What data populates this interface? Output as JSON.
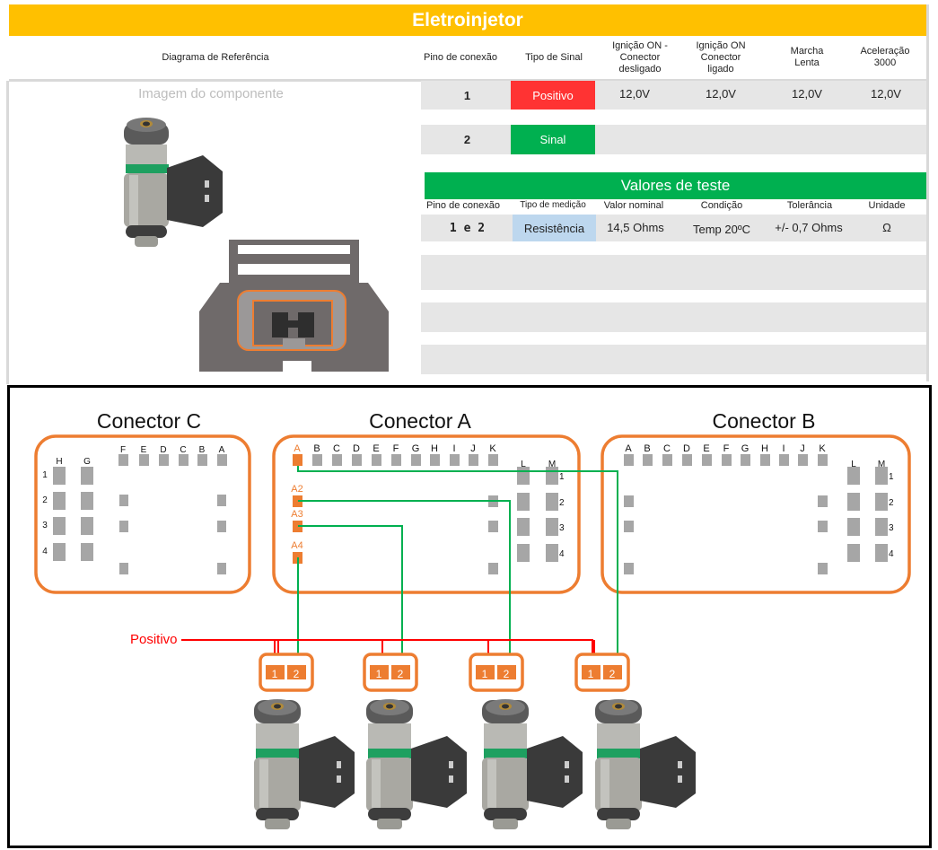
{
  "title": "Eletroinjetor",
  "header": {
    "reference_diagram": "Diagrama de Referência",
    "columns": [
      "Pino de conexão",
      "Tipo de Sinal",
      "Ignição ON -\nConector\ndesligado",
      "Ignição ON\nConector\nligado",
      "Marcha\nLenta",
      "Aceleração\n3000"
    ]
  },
  "image_caption": "Imagem do componente",
  "pins": [
    {
      "pin": "1",
      "signal": "Positivo",
      "signal_color": "#ff3333",
      "values": [
        "12,0V",
        "12,0V",
        "12,0V",
        "12,0V"
      ]
    },
    {
      "pin": "2",
      "signal": "Sinal",
      "signal_color": "#00b050",
      "values": [
        "",
        "",
        "",
        ""
      ]
    }
  ],
  "test_values": {
    "title": "Valores de teste",
    "columns": [
      "Pino de conexão",
      "Tipo de medição",
      "Valor nominal",
      "Condição",
      "Tolerância",
      "Unidade"
    ],
    "rows": [
      {
        "pin": "1 e 2",
        "type": "Resistência",
        "nominal": "14,5 Ohms",
        "condition": "Temp 20ºC",
        "tolerance": "+/- 0,7 Ohms",
        "unit": "Ω"
      }
    ]
  },
  "wiring": {
    "connectors": [
      {
        "name": "Conector C",
        "top_labels": [
          "F",
          "E",
          "D",
          "C",
          "B",
          "A"
        ],
        "left_cols": [
          "H",
          "G"
        ],
        "rows": [
          "1",
          "2",
          "3",
          "4"
        ]
      },
      {
        "name": "Conector A",
        "top_labels": [
          "A",
          "B",
          "C",
          "D",
          "E",
          "F",
          "G",
          "H",
          "I",
          "J",
          "K"
        ],
        "right_cols": [
          "L",
          "M"
        ],
        "rows": [
          "1",
          "2",
          "3",
          "4"
        ],
        "highlighted": [
          "A",
          "A2",
          "A3",
          "A4"
        ]
      },
      {
        "name": "Conector B",
        "top_labels": [
          "A",
          "B",
          "C",
          "D",
          "E",
          "F",
          "G",
          "H",
          "I",
          "J",
          "K"
        ],
        "right_cols": [
          "L",
          "M"
        ],
        "rows": [
          "1",
          "2",
          "3",
          "4"
        ]
      }
    ],
    "positive_label": "Positivo",
    "injector_pins": [
      "1",
      "2"
    ],
    "injector_count": 4,
    "colors": {
      "orange": "#ed7d31",
      "green": "#00b050",
      "red": "#ff0000",
      "pin_grey": "#a6a6a6"
    }
  }
}
